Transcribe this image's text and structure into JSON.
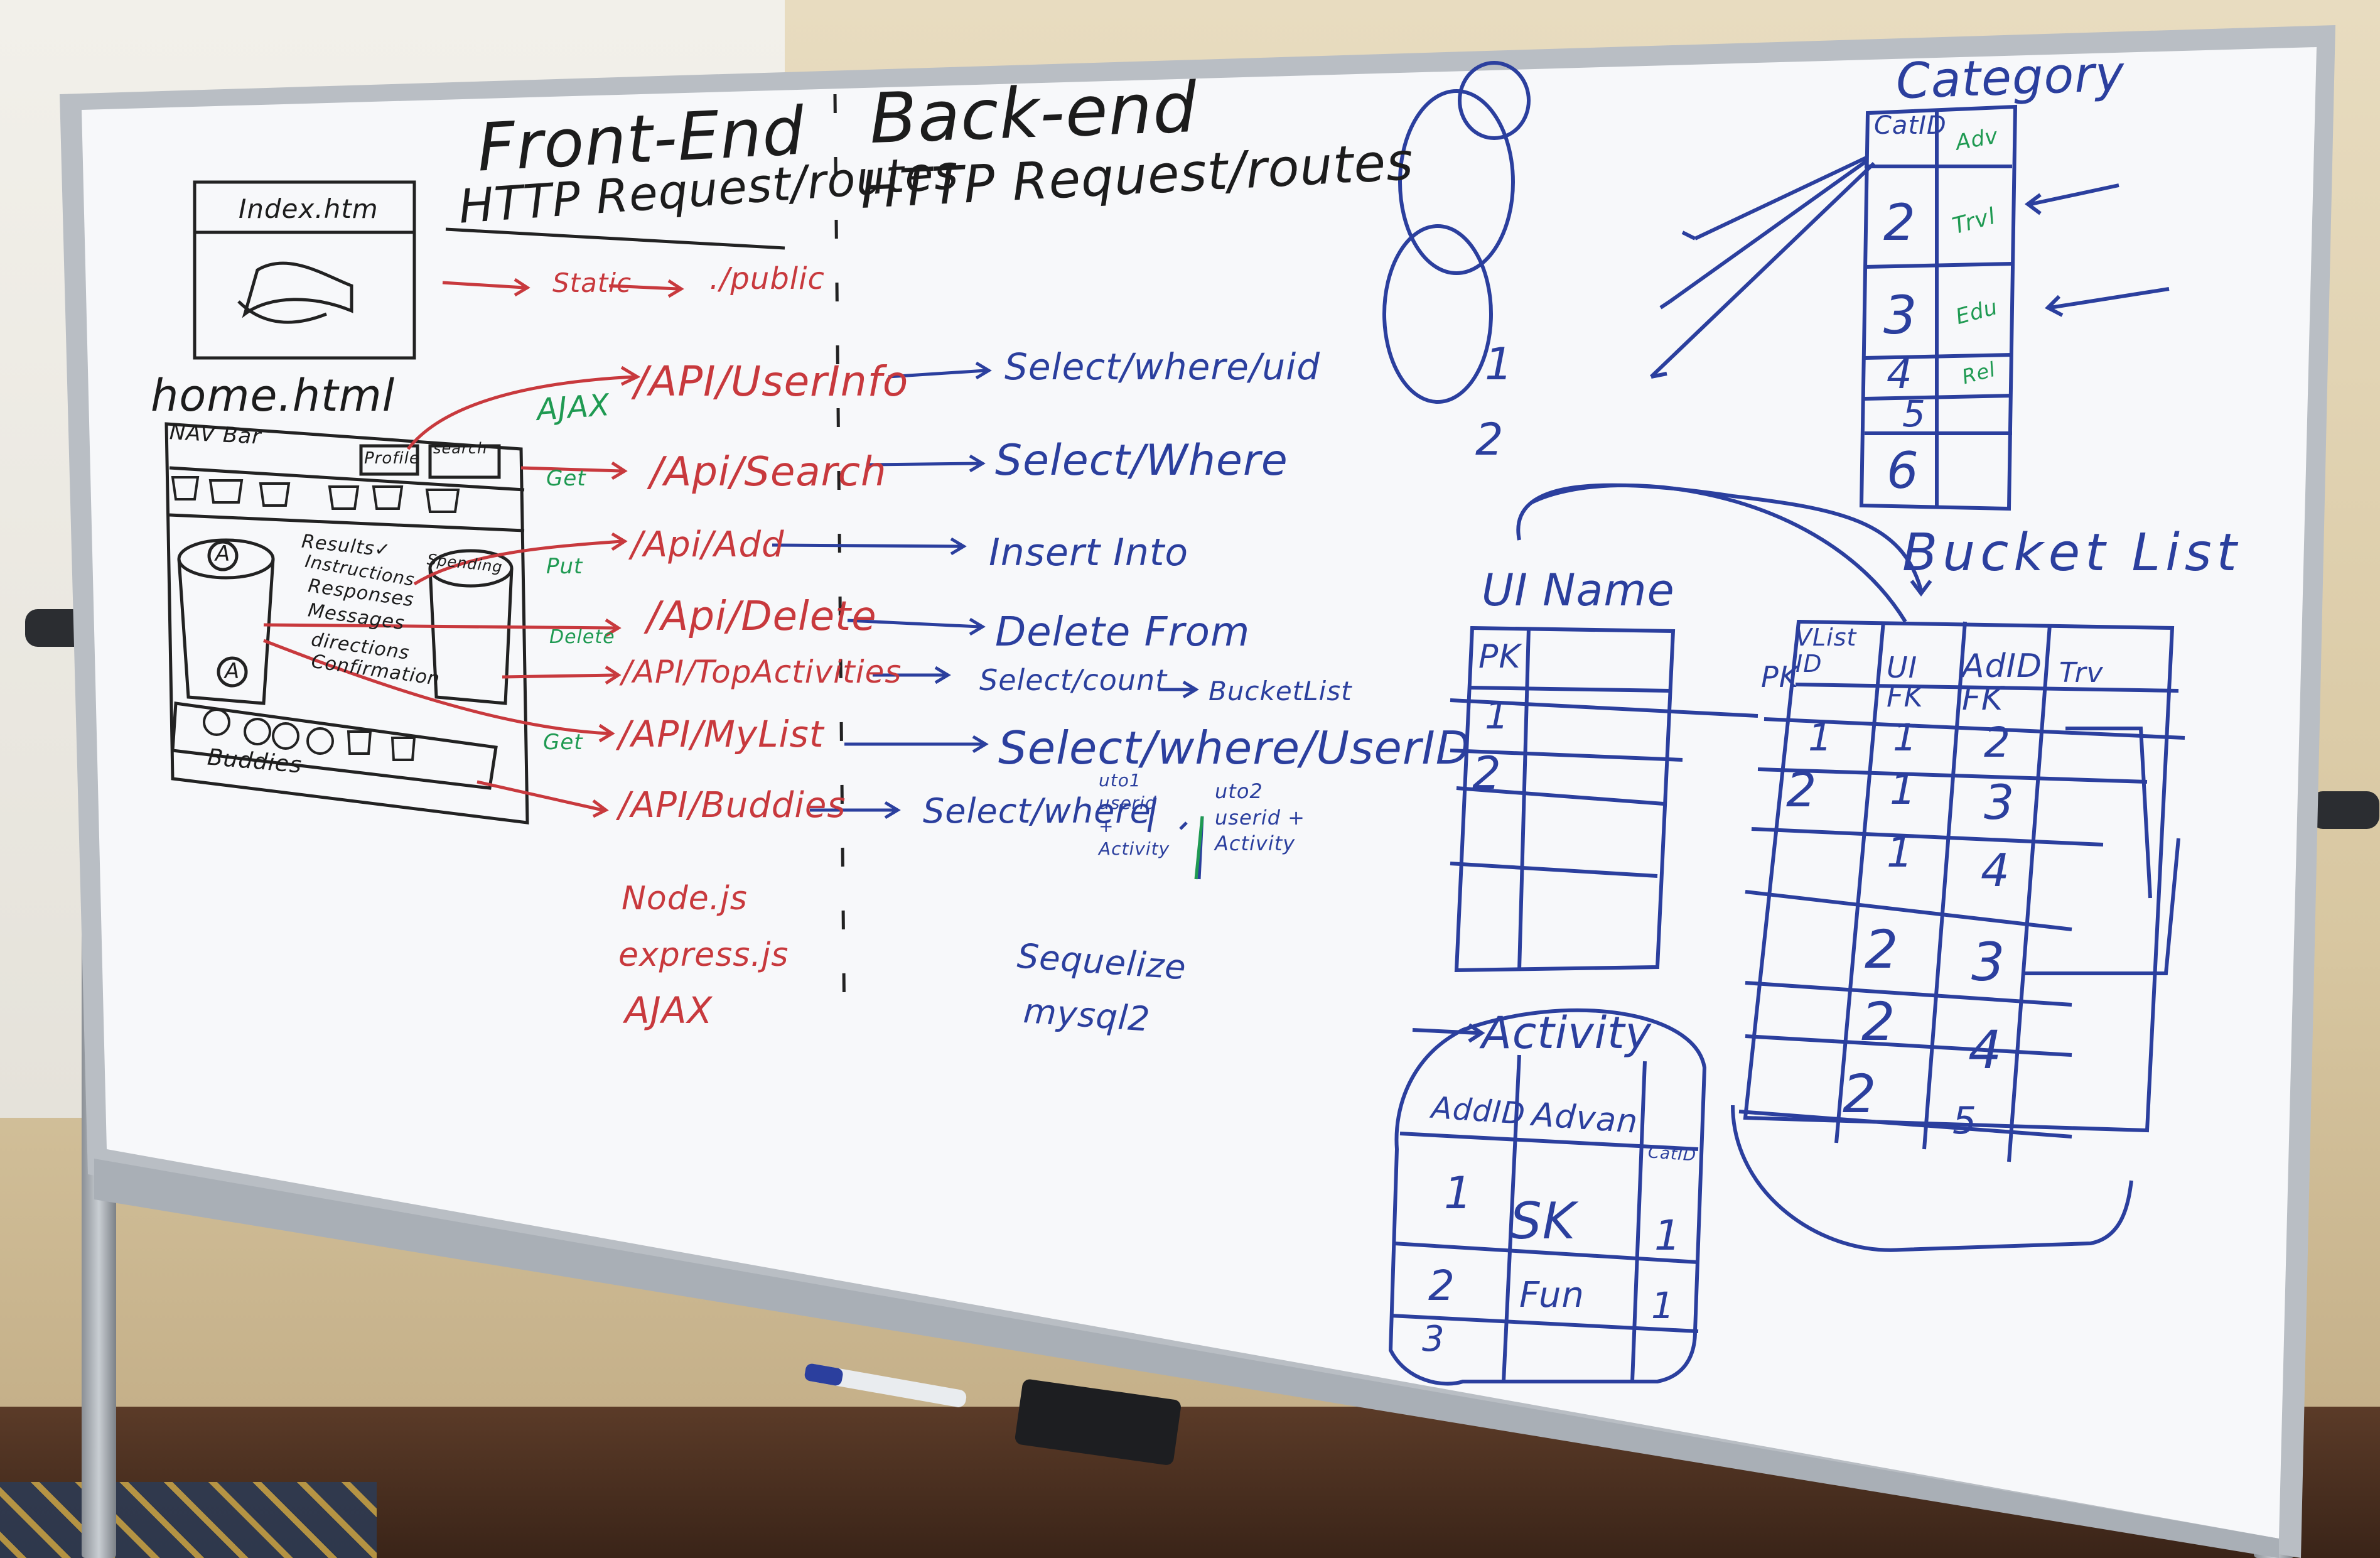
{
  "colors": {
    "red_marker": "#c8393d",
    "blue_marker": "#2b3f9e",
    "green_marker": "#1f9a52",
    "black_marker": "#2a2a2a",
    "board_white": "#f7f8fa",
    "frame_silver": "#b9bec4"
  },
  "headings": {
    "front_end": "Front-End",
    "front_end_sub": "HTTP Request/routes",
    "back_end": "Back-end",
    "back_end_sub": "HTTP Request/routes"
  },
  "wireframe": {
    "index_title": "Index.htm",
    "home_title": "home.html",
    "nav_bar": "NAV Bar",
    "profile_btn": "Profile",
    "search_btn": "search",
    "results_label": "Results✓",
    "instructions_label": "Instructions",
    "responses_label": "Responses",
    "messages_label": "Messages",
    "directions_label": "directions",
    "confirmation_label": "Confirmation",
    "spending_label": "Spending",
    "buddies_label": "Buddies",
    "bucket_a": "A"
  },
  "frontend_routes": {
    "static": "Static",
    "public": "./public",
    "ajax": "AJAX",
    "get": "Get",
    "put": "Put",
    "delete": "Delete",
    "get2": "Get",
    "userinfo": "/API/UserInfo",
    "search": "/Api/Search",
    "add": "/Api/Add",
    "delete_route": "/Api/Delete",
    "top_activities": "/API/TopActivities",
    "mylist": "/API/MyList",
    "buddies": "/API/Buddies"
  },
  "backend_queries": {
    "q1": "Select/where/uid",
    "q2": "Select/Where",
    "q3": "Insert Into",
    "q4": "Delete From",
    "q5a": "Select/count",
    "q5b": "BucketList",
    "q6": "Select/where/UserID",
    "q7": "Select/where",
    "q7_left": "uto1 userid + Activity",
    "q7_right": "uto2 userid + Activity"
  },
  "tech_stack": {
    "frontend": [
      "Node.js",
      "express.js",
      "AJAX"
    ],
    "backend": [
      "Sequelize",
      "mysql2"
    ]
  },
  "venn_numbers": [
    "1",
    "2"
  ],
  "category_table": {
    "title": "Category",
    "header_left": "CatID",
    "header_right": "Adv",
    "rows": [
      {
        "id": "2",
        "name": "Trvl"
      },
      {
        "id": "3",
        "name": "Edu"
      },
      {
        "id": "4",
        "name": "Rel"
      },
      {
        "id": "5",
        "name": ""
      },
      {
        "id": "6",
        "name": ""
      }
    ]
  },
  "user_table": {
    "title": "UI Name",
    "pk": "PK",
    "rows": [
      "1",
      "2"
    ]
  },
  "bucket_table": {
    "title": "Bucket List",
    "pk_label": "PK",
    "col1": "VList ID",
    "col2": "UI FK",
    "col3": "AdID FK",
    "col4": "Trv",
    "rows": [
      [
        "1",
        "1",
        "2"
      ],
      [
        "2",
        "1",
        "3"
      ],
      [
        "",
        "1",
        "4"
      ],
      [
        "",
        "2",
        "3"
      ],
      [
        "",
        "2",
        "4"
      ],
      [
        "",
        "2",
        "5"
      ]
    ]
  },
  "activity_table": {
    "title": "Activity",
    "col1": "AddID",
    "col2": "Advan",
    "col3": "CatID",
    "rows": [
      [
        "1",
        "SK",
        "1"
      ],
      [
        "2",
        "Fun",
        "1"
      ],
      [
        "3",
        "",
        ""
      ]
    ]
  }
}
